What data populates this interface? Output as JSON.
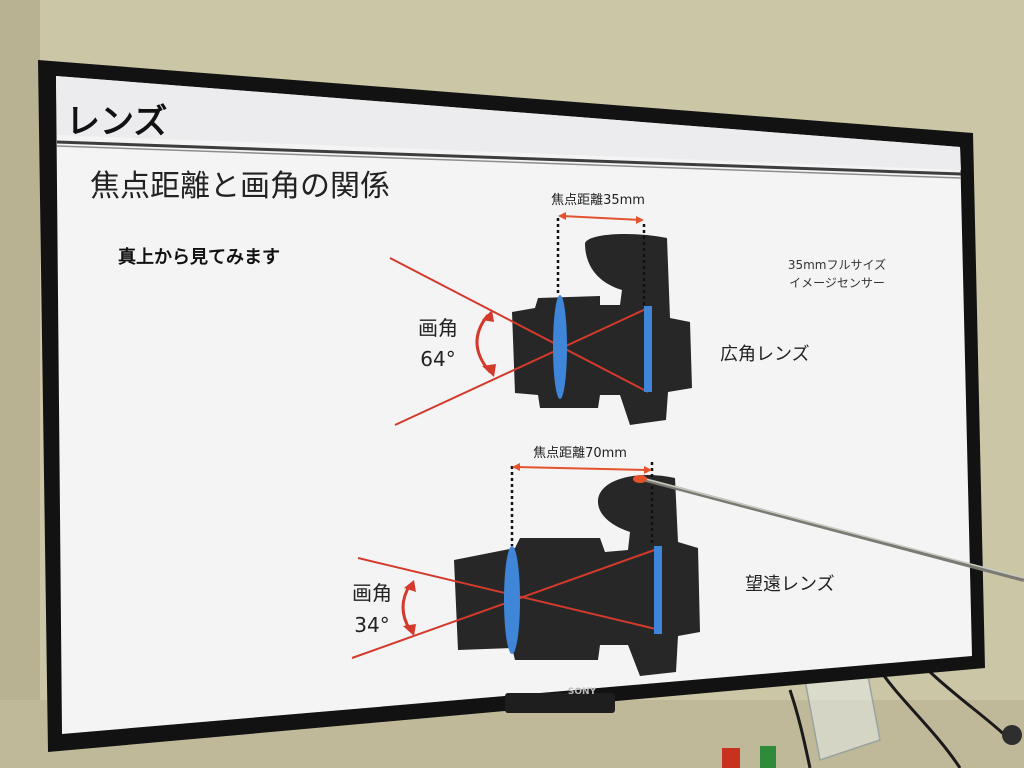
{
  "slide": {
    "header": "レンズ",
    "title": "焦点距離と画角の関係",
    "subtitle": "真上から見てみます",
    "sensor_note_line1": "35mmフルサイズ",
    "sensor_note_line2": "イメージセンサー"
  },
  "wide": {
    "focal_label": "焦点距離35mm",
    "angle_word": "画角",
    "angle_value": "64°",
    "lens_label": "広角レンズ"
  },
  "tele": {
    "focal_label": "焦点距離70mm",
    "angle_word": "画角",
    "angle_value": "34°",
    "lens_label": "望遠レンズ"
  },
  "tv": {
    "brand": "SONY"
  },
  "colors": {
    "wall": "#c9c4a4",
    "bezel": "#121212",
    "screen": "#f4f4f5",
    "camera": "#272727",
    "lens": "#3f86d8",
    "ray": "#d43a2c",
    "red_accent": "#e4532e"
  }
}
